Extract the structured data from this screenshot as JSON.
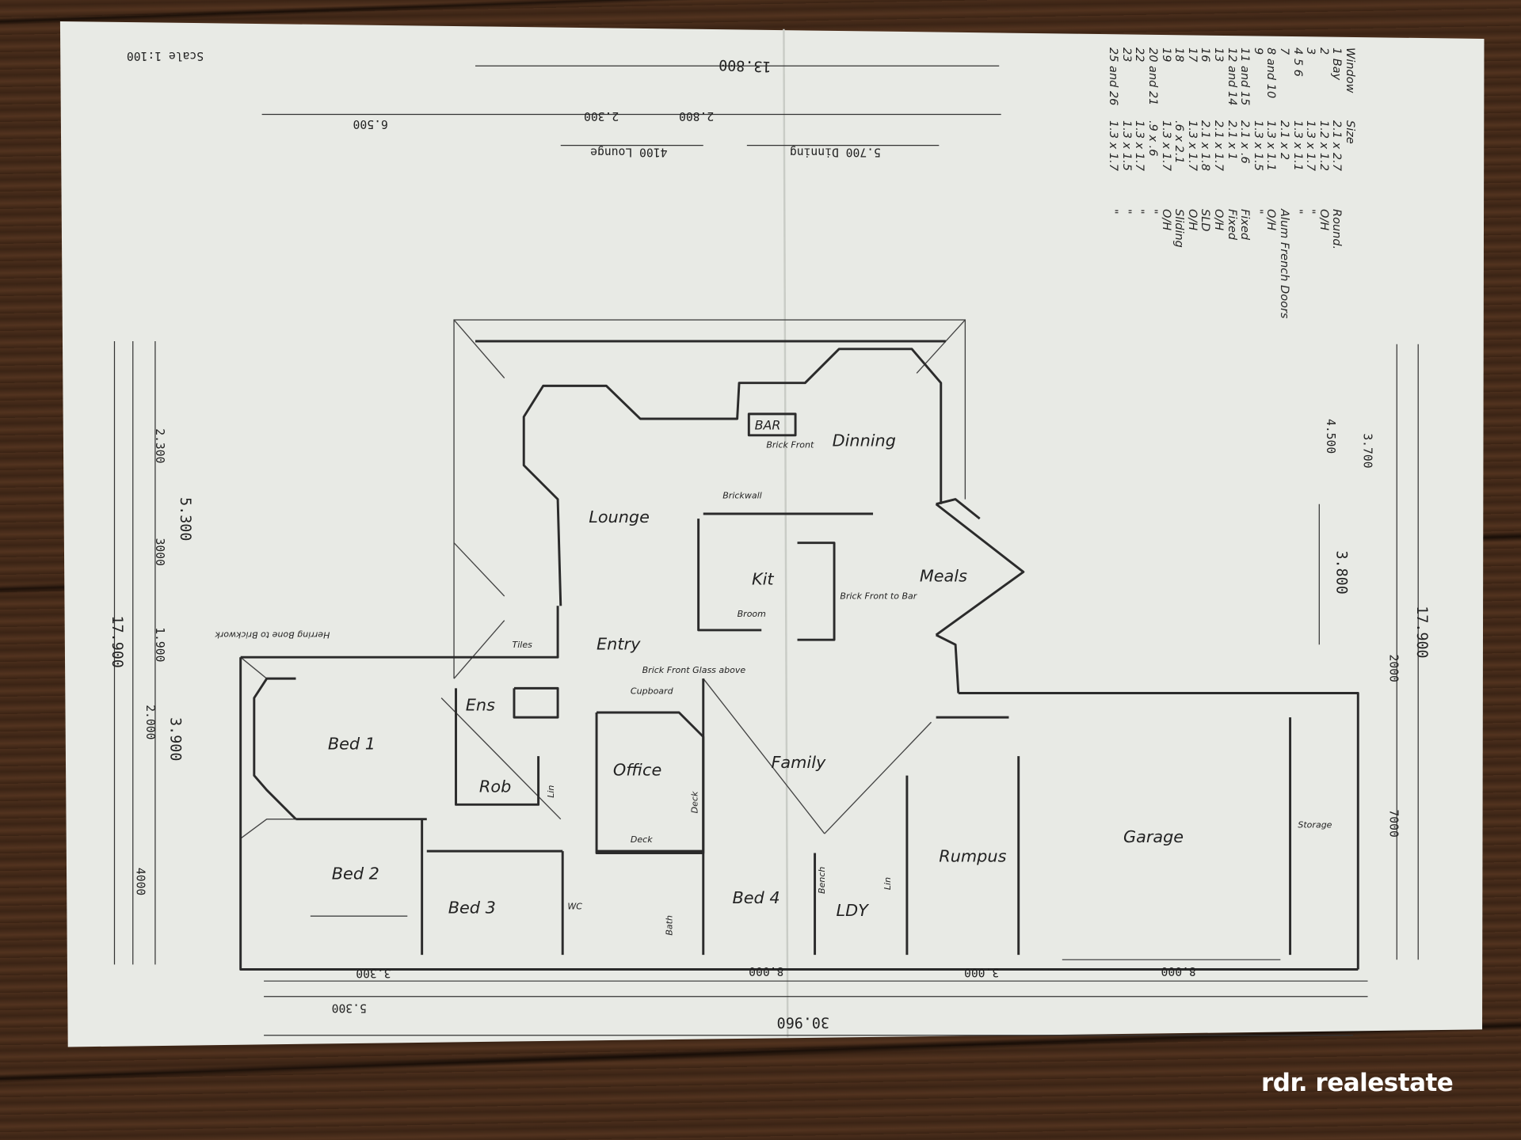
{
  "header": {
    "scale": "Scale 1:100"
  },
  "rooms": {
    "lounge": "Lounge",
    "dinning": "Dinning",
    "kit": "Kit",
    "meals": "Meals",
    "entry": "Entry",
    "ens": "Ens",
    "bed1": "Bed 1",
    "rob": "Rob",
    "office": "Office",
    "family": "Family",
    "rumpus": "Rumpus",
    "garage": "Garage",
    "bed2": "Bed 2",
    "bed3": "Bed 3",
    "bed4": "Bed 4",
    "ldy": "LDY",
    "bar": "BAR"
  },
  "notes": {
    "brick_front": "Brick Front",
    "brickwall": "Brickwall",
    "brick_front_glass": "Brick Front Glass above",
    "tiles": "Tiles",
    "storage": "Storage",
    "deck1": "Deck",
    "deck2": "Deck",
    "broom": "Broom",
    "brick_front_bar": "Brick Front to Bar",
    "herringbone": "Herring Bone to Brickwork",
    "cupboard": "Cupboard",
    "lin1": "Lin",
    "lin2": "Lin",
    "bench": "Bench",
    "bath": "Bath",
    "wic": "WC"
  },
  "dimensions": {
    "top_total": "13.800",
    "top_a": "6.500",
    "top_b": "2.300",
    "top_c": "2.800",
    "top_lounge": "4100 Lounge",
    "top_dinning": "5.700 Dinning",
    "left_total": "17.900",
    "left_a": "5.300",
    "left_b": "2.300",
    "left_c": "3000",
    "left_d": "1.900",
    "left_e": "3.900",
    "left_f": "2.000",
    "left_g": "4000",
    "right_total": "17.900",
    "right_a": "3.700",
    "right_b": "4.500",
    "right_c": "3.800",
    "right_d": "2000",
    "right_e": "7000",
    "bottom_total": "30.960",
    "bottom_a": "5.300",
    "bottom_b": "3.300",
    "bottom_c": "8.000",
    "bottom_d": "3.000",
    "bottom_e": "8.000"
  },
  "schedule": {
    "header": [
      "Window",
      "Size",
      ""
    ],
    "rows": [
      [
        "1 Bay",
        "2.1 x 2.7",
        "Round."
      ],
      [
        "2",
        "1.2 x 1.2",
        "O/H"
      ],
      [
        "3",
        "1.3 x 1.7",
        "\""
      ],
      [
        "4 5 6",
        "1.3 x 1.1",
        "\""
      ],
      [
        "7",
        "2.1 x 2",
        "Alum French Doors"
      ],
      [
        "8 and 10",
        "1.3 x 1.1",
        "O/H"
      ],
      [
        "9",
        "1.3 x 1.5",
        "\""
      ],
      [
        "11 and 15",
        "2.1 x .6",
        "Fixed"
      ],
      [
        "12 and 14",
        "2.1 x 1",
        "Fixed"
      ],
      [
        "13",
        "2.1 x 1.7",
        "O/H"
      ],
      [
        "16",
        "2.1 x 1.8",
        "SLD"
      ],
      [
        "17",
        "1.3 x 1.7",
        "O/H"
      ],
      [
        "18",
        ".6 x 2.1",
        "Sliding"
      ],
      [
        "19",
        "1.3 x 1.7",
        "O/H"
      ],
      [
        "20 and 21",
        ".9 x .6",
        "\""
      ],
      [
        "22",
        "1.3 x 1.7",
        "\""
      ],
      [
        "23",
        "1.3 x 1.5",
        "\""
      ],
      [
        "25 and 26",
        "1.3 x 1.7",
        "\""
      ]
    ]
  },
  "watermark": "rdr. realestate"
}
